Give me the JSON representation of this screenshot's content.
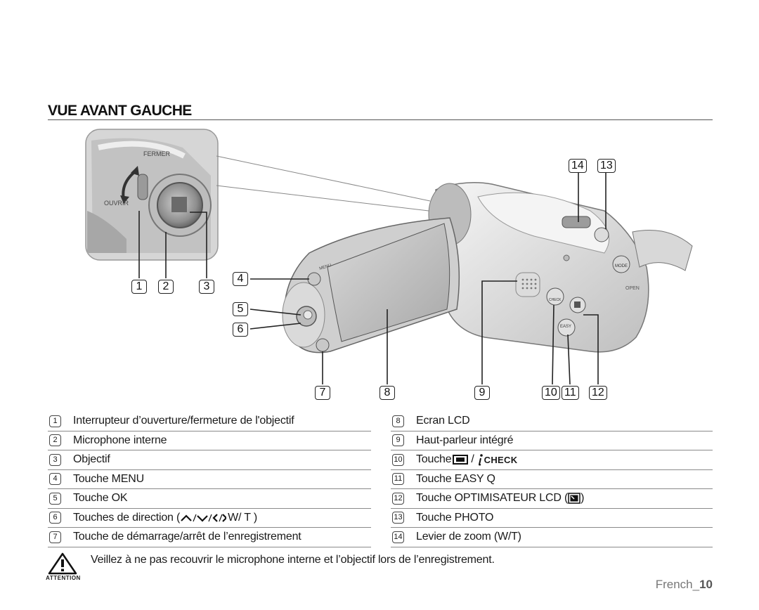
{
  "page": {
    "title": "VUE AVANT GAUCHE",
    "footer_lang": "French_",
    "footer_page": "10"
  },
  "figure": {
    "inset_label_close": "FERMER",
    "inset_label_open": "OUVRIR",
    "body_labels": {
      "menu": "MENU",
      "mode": "MODE",
      "open": "OPEN",
      "easy": "EASY",
      "check": "CHECK"
    },
    "callouts": [
      "1",
      "2",
      "3",
      "4",
      "5",
      "6",
      "7",
      "8",
      "9",
      "10",
      "11",
      "12",
      "13",
      "14"
    ]
  },
  "parts_left": [
    {
      "num": "1",
      "text": "Interrupteur d’ouverture/fermeture de l'objectif"
    },
    {
      "num": "2",
      "text": "Microphone interne"
    },
    {
      "num": "3",
      "text": "Objectif"
    },
    {
      "num": "4",
      "text": "Touche MENU"
    },
    {
      "num": "5",
      "text": "Touche OK"
    },
    {
      "num": "6",
      "text": "Touches de direction (",
      "suffix": ")"
    },
    {
      "num": "7",
      "text": "Touche de démarrage/arrêt de l’enregistrement"
    }
  ],
  "parts_right": [
    {
      "num": "8",
      "text": "Ecran LCD"
    },
    {
      "num": "9",
      "text": "Haut-parleur intégré"
    },
    {
      "num": "10",
      "text": "Touche",
      "check_text": "CHECK"
    },
    {
      "num": "11",
      "text": "Touche EASY Q"
    },
    {
      "num": "12",
      "text": "Touche OPTIMISATEUR LCD (",
      "suffix": ")"
    },
    {
      "num": "13",
      "text": "Touche PHOTO"
    },
    {
      "num": "14",
      "text": "Levier de zoom (W/T)"
    }
  ],
  "direction_keys": "W/ T",
  "warning": {
    "label": "ATTENTION",
    "text": "Veillez à ne pas recouvrir le microphone interne et l’objectif lors de l’enregistrement."
  },
  "colors": {
    "text": "#1a1a1a",
    "rule": "#8a8a8a",
    "camera_body": "#e8e8e8",
    "camera_shadow": "#9a9a9a",
    "footer": "#777777"
  }
}
